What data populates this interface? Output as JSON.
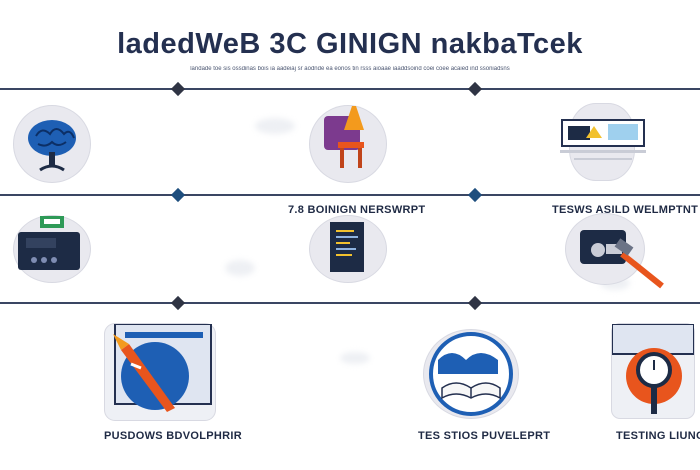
{
  "header": {
    "title": "ladedWeB 3C GINIGN nakbaTcek",
    "subtitle": "landade toe sis ossdinas bois ia aadeiaj sr aodnde ea eorios tin rsss aioaae iaaddsoind coei coee acaied ind ssoniadsns"
  },
  "colors": {
    "line": "#3a4663",
    "diamond_dark": "#2f3444",
    "diamond_blue": "#1e4e7e",
    "node_bg": "#e9e9ef",
    "accent_blue": "#1e5fb4",
    "accent_orange": "#e8551d"
  },
  "rows": [
    {
      "diamonds": [
        "dark",
        "dark"
      ],
      "nodes": [
        {
          "icon": "brain-tree-icon",
          "label": ""
        },
        {
          "icon": "lamp-chair-icon",
          "label": ""
        },
        {
          "icon": "laptop-chart-icon",
          "label": ""
        }
      ]
    },
    {
      "diamonds": [
        "blue",
        "blue"
      ],
      "nodes": [
        {
          "icon": "printer-device-icon",
          "label": ""
        },
        {
          "icon": "code-document-icon",
          "label": "7.8 BOINIGN NERSWRPT"
        },
        {
          "icon": "hammer-screen-icon",
          "label": "TESWS ASILD WELMPTNT"
        }
      ]
    },
    {
      "diamonds": [
        "dark",
        "dark"
      ],
      "nodes": [
        {
          "icon": "rocket-globe-icon",
          "label": "PUSDOWS BDVOLPHRIR"
        },
        {
          "icon": "open-book-icon",
          "label": "TES STIOS PUVELEPRT"
        },
        {
          "icon": "stopwatch-icon",
          "label": "TESTING LIUNCH"
        }
      ]
    }
  ]
}
